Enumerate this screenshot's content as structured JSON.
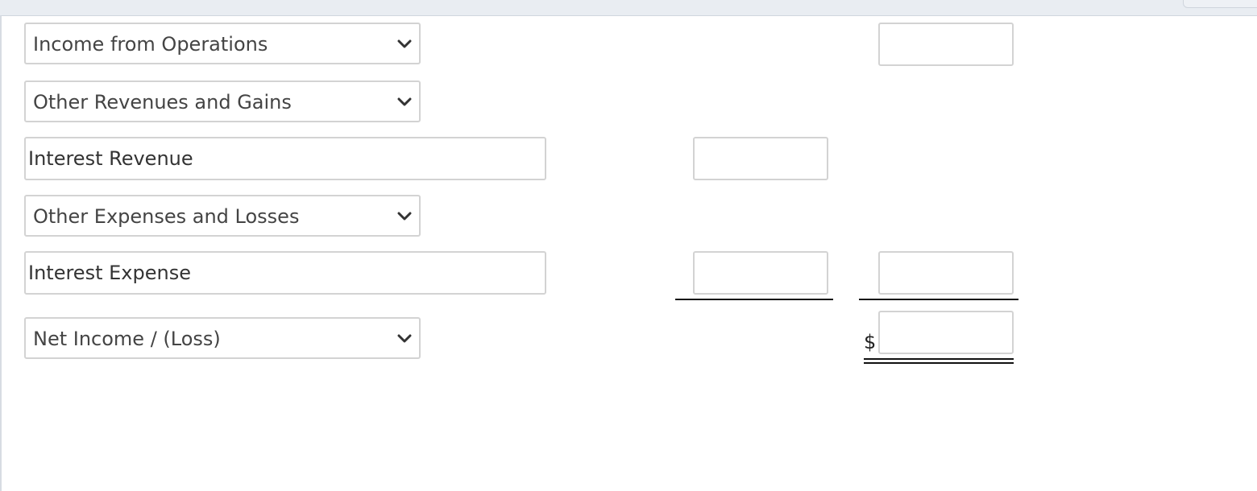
{
  "rows": {
    "income_from_operations": {
      "selected": "Income from Operations",
      "amount_total": ""
    },
    "other_revenues_gains": {
      "selected": "Other Revenues and Gains"
    },
    "interest_revenue": {
      "label": "Interest Revenue",
      "amount": ""
    },
    "other_expenses_losses": {
      "selected": "Other Expenses and Losses"
    },
    "interest_expense": {
      "label": "Interest Expense",
      "amount": "",
      "amount_total": ""
    },
    "net_income": {
      "selected": "Net Income / (Loss)",
      "currency_symbol": "$",
      "amount_total": ""
    }
  },
  "icons": {
    "dropdown": "chevron-down-icon"
  }
}
